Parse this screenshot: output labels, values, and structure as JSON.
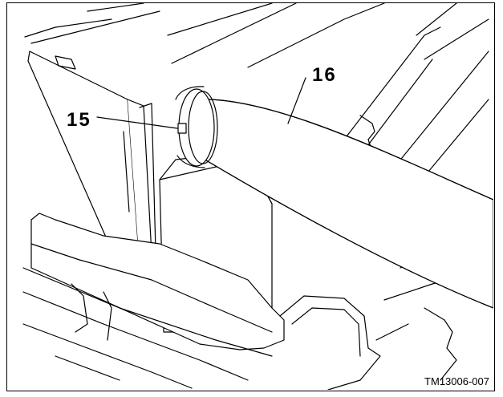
{
  "figure": {
    "callouts": {
      "clamp": "15",
      "hose": "16"
    },
    "figure_code": "TM13006-007"
  },
  "colors": {
    "line": "#000000",
    "background": "#ffffff"
  }
}
